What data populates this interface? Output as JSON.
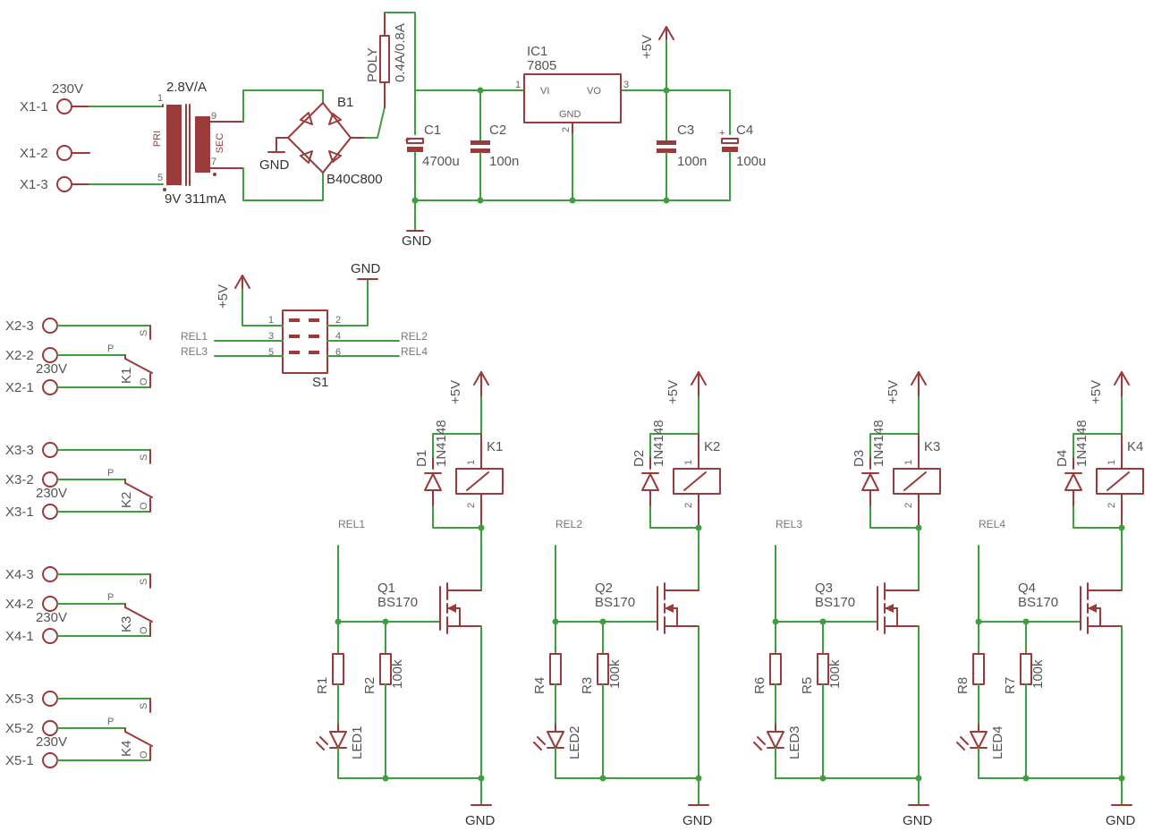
{
  "connectors": {
    "x1": {
      "pins": [
        "X1-1",
        "X1-2",
        "X1-3"
      ],
      "voltage": "230V"
    },
    "x2": {
      "pins": [
        "X2-3",
        "X2-2",
        "X2-1"
      ],
      "voltage": "230V",
      "relay": "K1"
    },
    "x3": {
      "pins": [
        "X3-3",
        "X3-2",
        "X3-1"
      ],
      "voltage": "230V",
      "relay": "K2"
    },
    "x4": {
      "pins": [
        "X4-3",
        "X4-2",
        "X4-1"
      ],
      "voltage": "230V",
      "relay": "K3"
    },
    "x5": {
      "pins": [
        "X5-3",
        "X5-2",
        "X5-1"
      ],
      "voltage": "230V",
      "relay": "K4"
    },
    "contact_labels": {
      "s": "S",
      "p": "P",
      "o": "O"
    }
  },
  "transformer": {
    "rating": "2.8V/A",
    "output": "9V 311mA",
    "pri": "PRI",
    "sec": "SEC",
    "pins": {
      "p1": "1",
      "p5": "5",
      "p9": "9",
      "p7": "7"
    }
  },
  "rectifier": {
    "name": "B1",
    "value": "B40C800",
    "gnd": "GND"
  },
  "fuse": {
    "type": "POLY",
    "value": "0.4A/0.8A"
  },
  "regulator": {
    "name": "IC1",
    "value": "7805",
    "vi": "VI",
    "vo": "VO",
    "gnd": "GND",
    "pin_in": "1",
    "pin_gnd": "2",
    "pin_out": "3"
  },
  "capacitors": [
    {
      "name": "C1",
      "value": "4700u"
    },
    {
      "name": "C2",
      "value": "100n"
    },
    {
      "name": "C3",
      "value": "100n"
    },
    {
      "name": "C4",
      "value": "100u"
    }
  ],
  "supply": {
    "vcc": "+5V",
    "gnd": "GND"
  },
  "header": {
    "name": "S1",
    "pins": [
      "1",
      "2",
      "3",
      "4",
      "5",
      "6"
    ],
    "nets": [
      "REL1",
      "REL2",
      "REL3",
      "REL4"
    ]
  },
  "channels": [
    {
      "diode": "D1",
      "diode_value": "1N4148",
      "relay": "K1",
      "net": "REL1",
      "fet": "Q1",
      "fet_value": "BS170",
      "r_led": "R1",
      "r_pull": "R2",
      "r_pull_value": "100k",
      "led": "LED1",
      "coil_pin1": "1",
      "coil_pin2": "2"
    },
    {
      "diode": "D2",
      "diode_value": "1N4148",
      "relay": "K2",
      "net": "REL2",
      "fet": "Q2",
      "fet_value": "BS170",
      "r_led": "R4",
      "r_pull": "R3",
      "r_pull_value": "100k",
      "led": "LED2",
      "coil_pin1": "1",
      "coil_pin2": "2"
    },
    {
      "diode": "D3",
      "diode_value": "1N4148",
      "relay": "K3",
      "net": "REL3",
      "fet": "Q3",
      "fet_value": "BS170",
      "r_led": "R6",
      "r_pull": "R5",
      "r_pull_value": "100k",
      "led": "LED3",
      "coil_pin1": "1",
      "coil_pin2": "2"
    },
    {
      "diode": "D4",
      "diode_value": "1N4148",
      "relay": "K4",
      "net": "REL4",
      "fet": "Q4",
      "fet_value": "BS170",
      "r_led": "R8",
      "r_pull": "R7",
      "r_pull_value": "100k",
      "led": "LED4",
      "coil_pin1": "1",
      "coil_pin2": "2"
    }
  ]
}
